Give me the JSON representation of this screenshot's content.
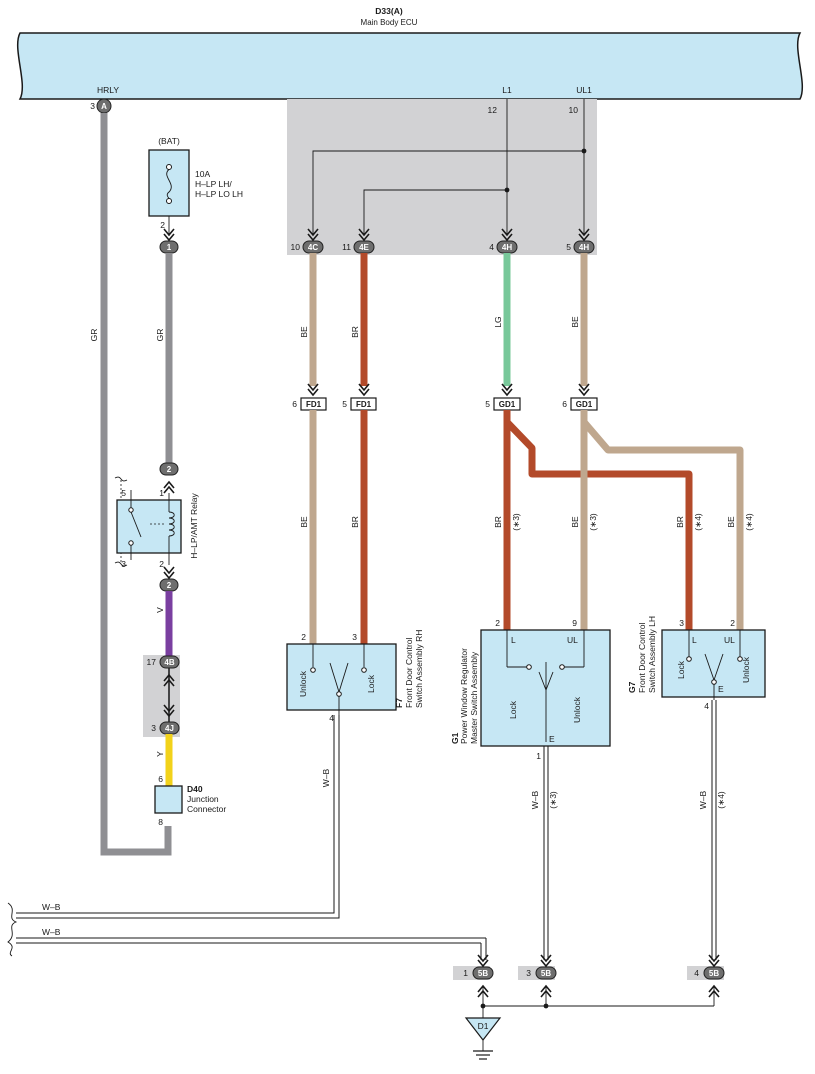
{
  "ecu": {
    "code": "D33(A)",
    "name": "Main Body ECU"
  },
  "ecu_pins": {
    "hrly": {
      "label": "HRLY",
      "num": "3",
      "conn": "A"
    },
    "l1": {
      "label": "L1",
      "num": "12"
    },
    "ul1": {
      "label": "UL1",
      "num": "10"
    }
  },
  "fuse": {
    "source": "(BAT)",
    "rating": "10A",
    "name_line1": "H–LP LH/",
    "name_line2": "H–LP LO LH",
    "pin_out": "2"
  },
  "relay": {
    "name": "H–LP/AMT Relay",
    "pins": {
      "p5": "5",
      "p1": "1",
      "p3": "3",
      "p2": "2"
    }
  },
  "connectors": {
    "c1": "1",
    "c2a": "2",
    "c2b": "2",
    "c4b": {
      "num": "17",
      "code": "4B"
    },
    "c4j": {
      "num": "3",
      "code": "4J"
    },
    "c4c": {
      "num": "10",
      "code": "4C"
    },
    "c4e": {
      "num": "11",
      "code": "4E"
    },
    "c4h_a": {
      "num": "4",
      "code": "4H"
    },
    "c4h_b": {
      "num": "5",
      "code": "4H"
    },
    "fd1_a": {
      "num": "6",
      "code": "FD1"
    },
    "fd1_b": {
      "num": "5",
      "code": "FD1"
    },
    "gd1_a": {
      "num": "5",
      "code": "GD1"
    },
    "gd1_b": {
      "num": "6",
      "code": "GD1"
    },
    "g5b_1": {
      "num": "1",
      "code": "5B"
    },
    "g5b_3": {
      "num": "3",
      "code": "5B"
    },
    "g5b_4": {
      "num": "4",
      "code": "5B"
    }
  },
  "junction": {
    "code": "D40",
    "name_line1": "Junction",
    "name_line2": "Connector",
    "pin_in": "6",
    "pin_out": "8"
  },
  "wires": {
    "gr": "GR",
    "v": "V",
    "y": "Y",
    "be": "BE",
    "br": "BR",
    "lg": "LG",
    "wb": "W–B",
    "note3": "(∗3)",
    "note4": "(∗4)"
  },
  "f7": {
    "code": "F7",
    "line1": "Front Door Control",
    "line2": "Switch Assembly RH",
    "unlock": "Unlock",
    "lock": "Lock",
    "pin_unlock": "2",
    "pin_lock": "3",
    "pin_gnd": "4"
  },
  "g1": {
    "code": "G1",
    "line1": "Power Window Regulator",
    "line2": "Master Switch Assembly",
    "l": "L",
    "ul": "UL",
    "e": "E",
    "lock": "Lock",
    "unlock": "Unlock",
    "pin_l": "2",
    "pin_ul": "9",
    "pin_e": "1"
  },
  "g7": {
    "code": "G7",
    "line1": "Front Door Control",
    "line2": "Switch Assembly LH",
    "l": "L",
    "ul": "UL",
    "e": "E",
    "lock": "Lock",
    "unlock": "Unlock",
    "pin_l": "3",
    "pin_ul": "2",
    "pin_e": "4"
  },
  "ground": {
    "code": "D1"
  },
  "colors": {
    "gr": "#8f8f93",
    "be": "#bfa78e",
    "br": "#b34a2a",
    "lg": "#78c89a",
    "v": "#7a3fa0",
    "y": "#f2d21a",
    "ecu": "#c6e7f4",
    "shade": "#d2d2d4"
  }
}
